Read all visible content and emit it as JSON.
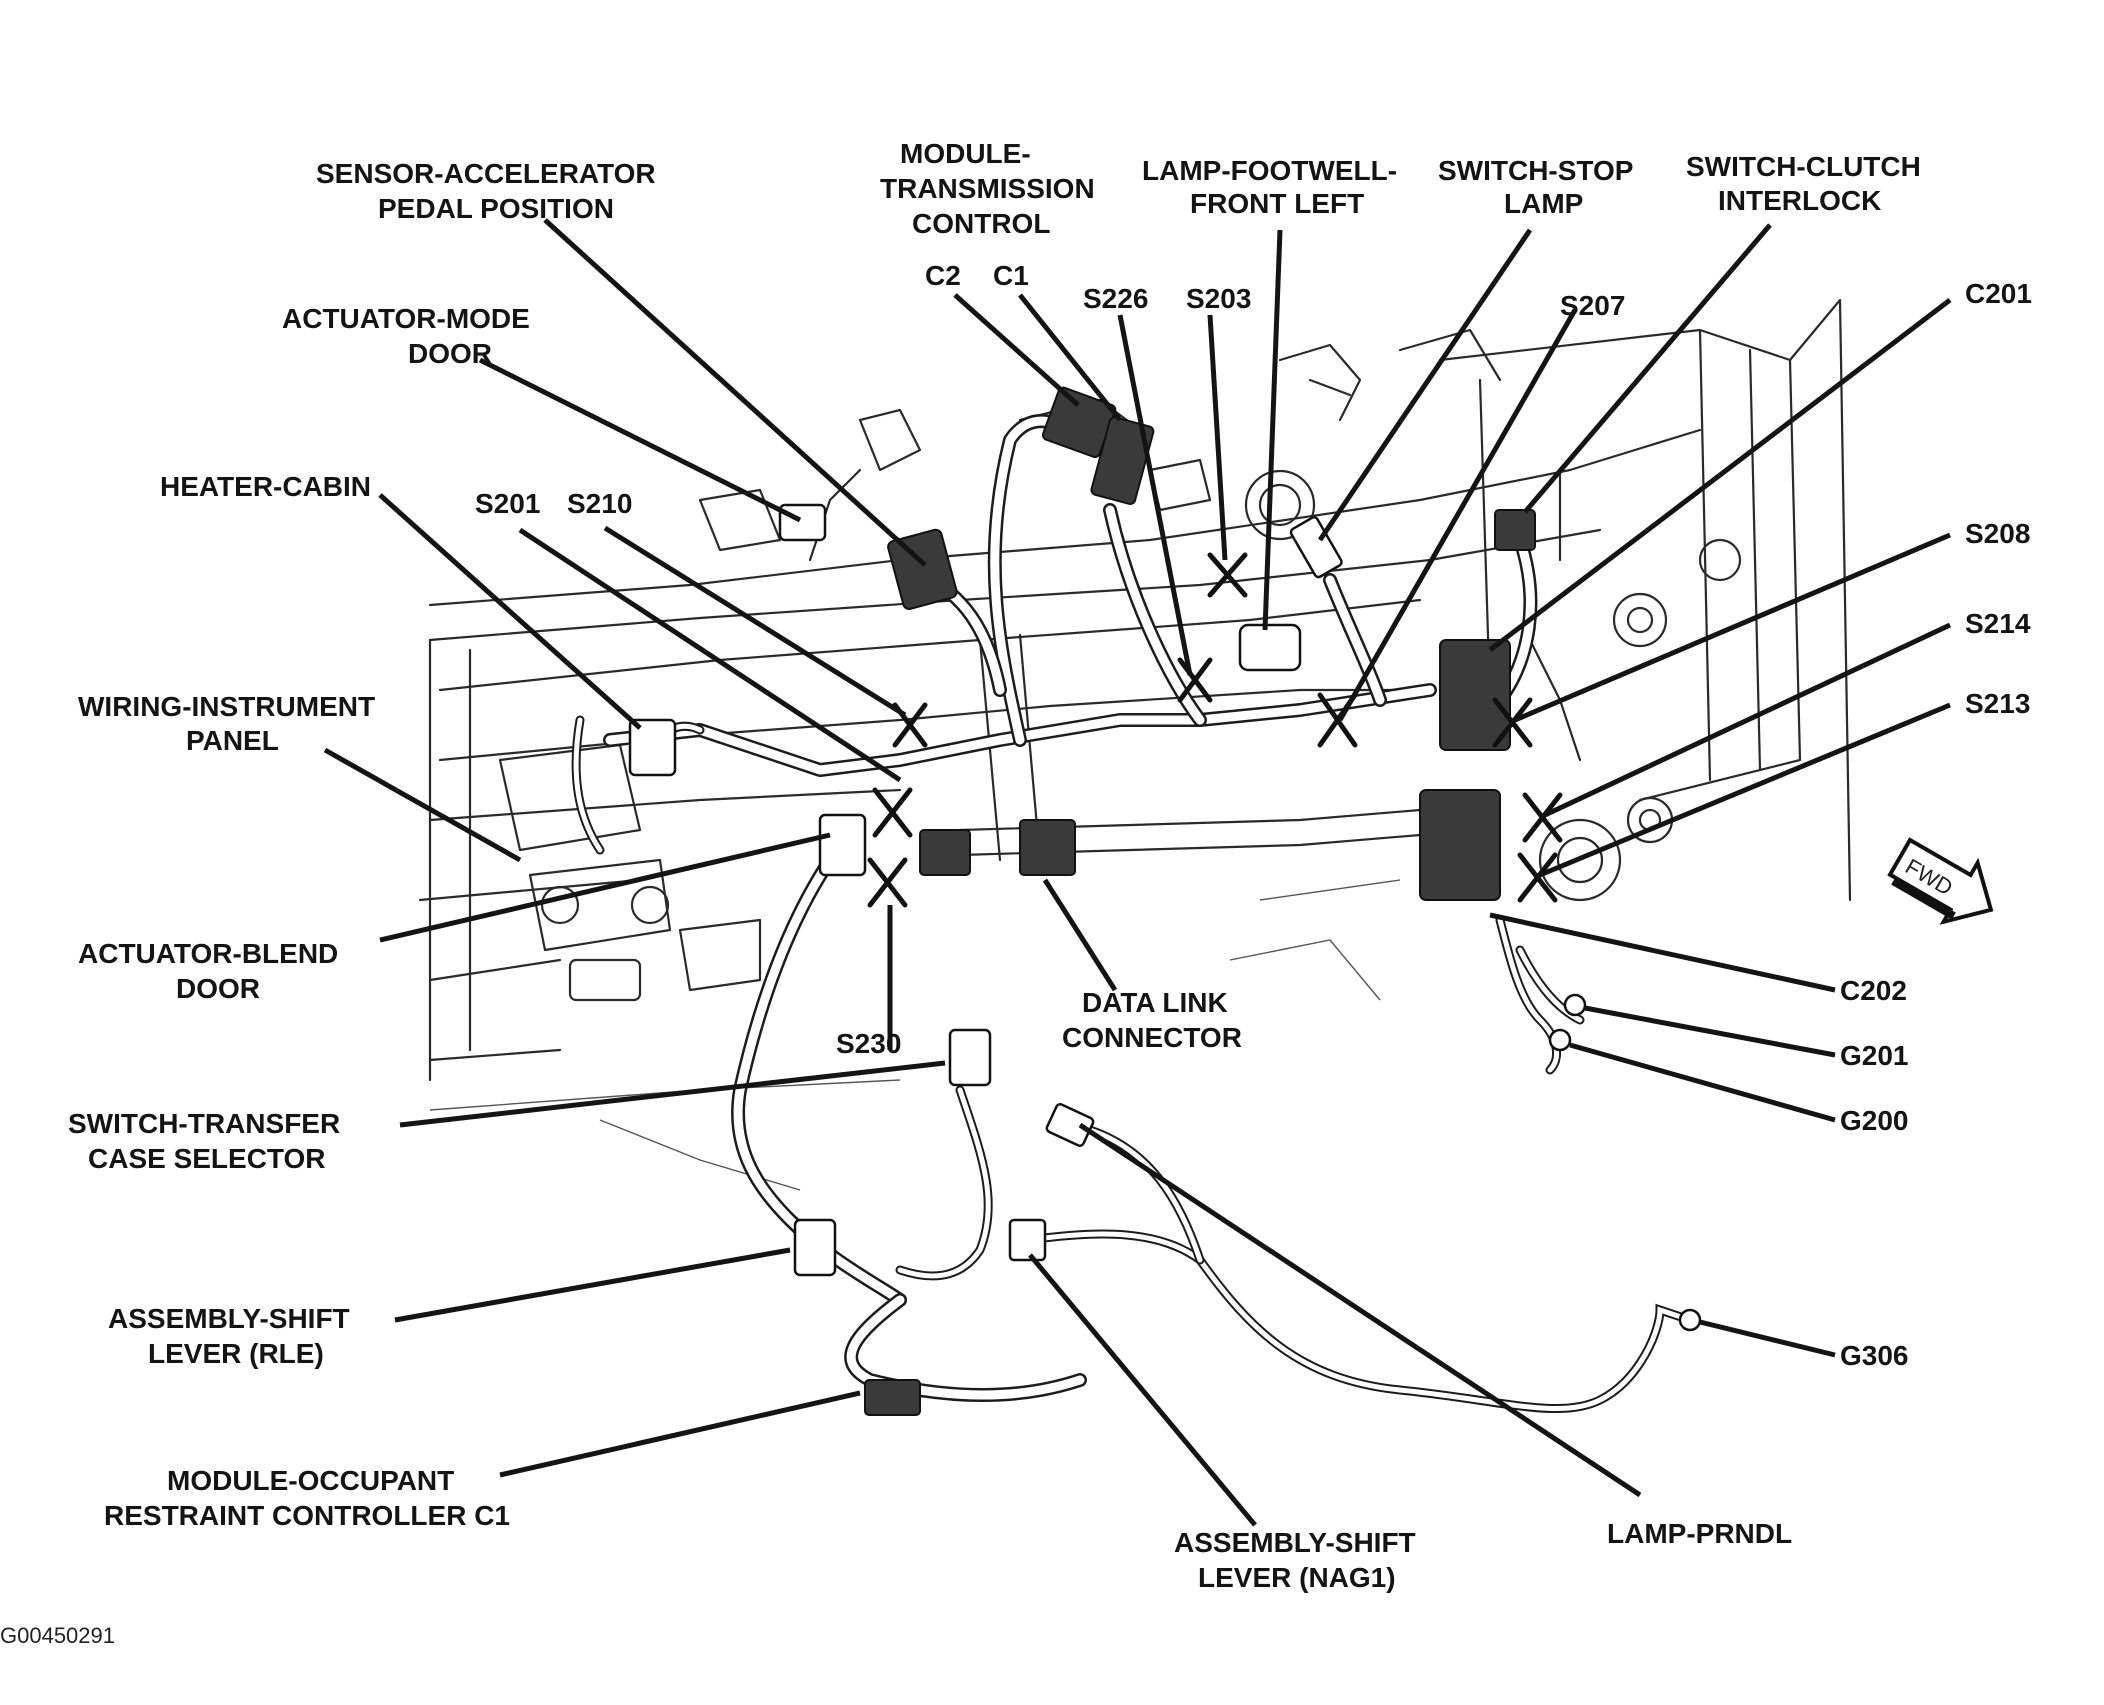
{
  "figure_id": "G00450291",
  "labels": {
    "sensor_accelerator": [
      "SENSOR-ACCELERATOR",
      "PEDAL POSITION"
    ],
    "module_transmission": [
      "MODULE-",
      "TRANSMISSION",
      "CONTROL"
    ],
    "lamp_footwell": [
      "LAMP-FOOTWELL-",
      "FRONT LEFT"
    ],
    "switch_stop": [
      "SWITCH-STOP",
      "LAMP"
    ],
    "switch_clutch": [
      "SWITCH-CLUTCH",
      "INTERLOCK"
    ],
    "actuator_mode": [
      "ACTUATOR-MODE",
      "DOOR"
    ],
    "heater_cabin": [
      "HEATER-CABIN"
    ],
    "wiring_instrument": [
      "WIRING-INSTRUMENT",
      "PANEL"
    ],
    "actuator_blend": [
      "ACTUATOR-BLEND",
      "DOOR"
    ],
    "switch_transfer": [
      "SWITCH-TRANSFER",
      "CASE SELECTOR"
    ],
    "assembly_shift_rle": [
      "ASSEMBLY-SHIFT",
      "LEVER (RLE)"
    ],
    "module_occupant": [
      "MODULE-OCCUPANT",
      "RESTRAINT CONTROLLER C1"
    ],
    "assembly_shift_nag1": [
      "ASSEMBLY-SHIFT",
      "LEVER (NAG1)"
    ],
    "lamp_prndl": [
      "LAMP-PRNDL"
    ],
    "data_link": [
      "DATA LINK",
      "CONNECTOR"
    ]
  },
  "codes": {
    "c2": "C2",
    "c1": "C1",
    "s226": "S226",
    "s203": "S203",
    "s207": "S207",
    "c201": "C201",
    "s208": "S208",
    "s214": "S214",
    "s213": "S213",
    "s201": "S201",
    "s210": "S210",
    "s230": "S230",
    "c202": "C202",
    "g201": "G201",
    "g200": "G200",
    "g306": "G306"
  },
  "fwd_arrow": "FWD"
}
